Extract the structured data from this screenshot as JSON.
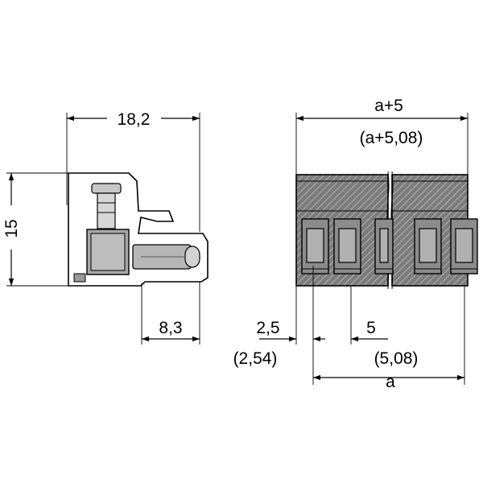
{
  "side_view": {
    "width_label": "18,2",
    "height_label": "15",
    "pin_offset_label": "8,3"
  },
  "front_view": {
    "length_label": "a+5",
    "length_alt_label": "(a+5,08)",
    "edge_label": "2,5",
    "edge_alt_label": "(2,54)",
    "pitch_label": "5",
    "pitch_alt_label": "(5,08)",
    "span_label": "a",
    "slot_count": 5
  },
  "colors": {
    "ink": "#000000",
    "body_fill": "#7a7a7a",
    "slot_fill": "#8c8c8c",
    "background": "#ffffff"
  }
}
